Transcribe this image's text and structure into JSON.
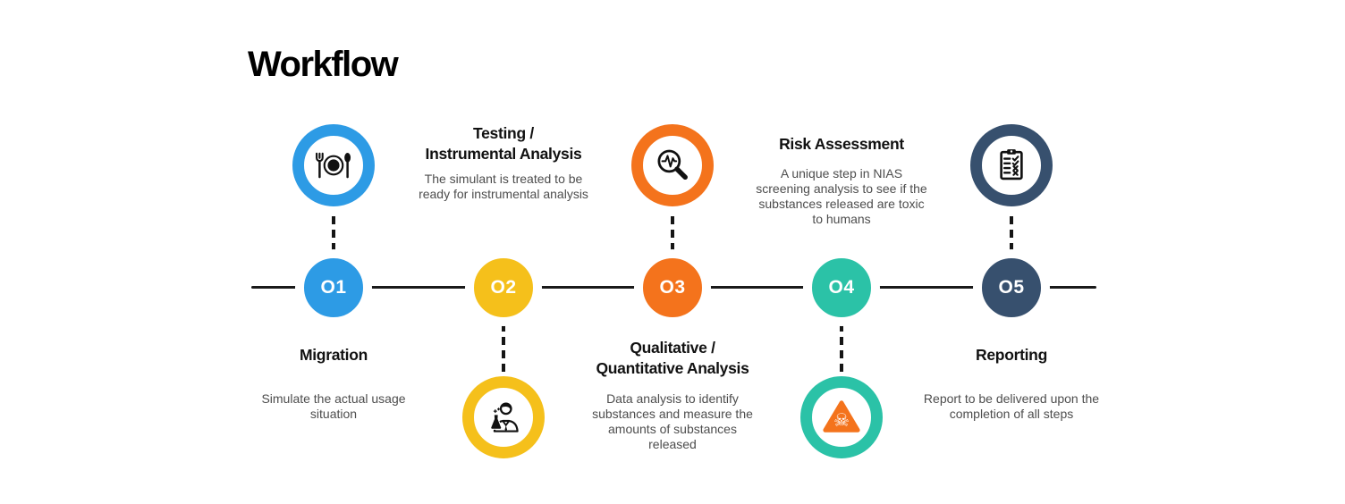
{
  "title": "Workflow",
  "colors": {
    "background": "#ffffff",
    "line": "#1a1a1a",
    "heading": "#111111",
    "body": "#4d4d4d",
    "toxic_triangle": "#F4731C"
  },
  "steps": [
    {
      "number": "O1",
      "color": "#2D9BE5",
      "label": "Migration",
      "description": "Simulate the actual usage situation",
      "icon": "dining-icon",
      "icon_position": "above"
    },
    {
      "number": "O2",
      "color": "#F5C01B",
      "label": "Testing /\nInstrumental Analysis",
      "description": "The simulant is treated to be ready for instrumental analysis",
      "icon": "scientist-icon",
      "icon_position": "below"
    },
    {
      "number": "O3",
      "color": "#F4731C",
      "label": "Qualitative /\nQuantitative Analysis",
      "description": "Data analysis to identify substances and measure the amounts of substances released",
      "icon": "magnifier-pulse-icon",
      "icon_position": "above"
    },
    {
      "number": "O4",
      "color": "#2BC2A7",
      "label": "Risk Assessment",
      "description": "A unique step in NIAS screening analysis to see if the substances released are toxic to humans",
      "icon": "toxic-warning-icon",
      "icon_position": "below"
    },
    {
      "number": "O5",
      "color": "#37506E",
      "label": "Reporting",
      "description": "Report to be delivered upon the completion of all steps",
      "icon": "clipboard-checklist-icon",
      "icon_position": "above"
    }
  ]
}
